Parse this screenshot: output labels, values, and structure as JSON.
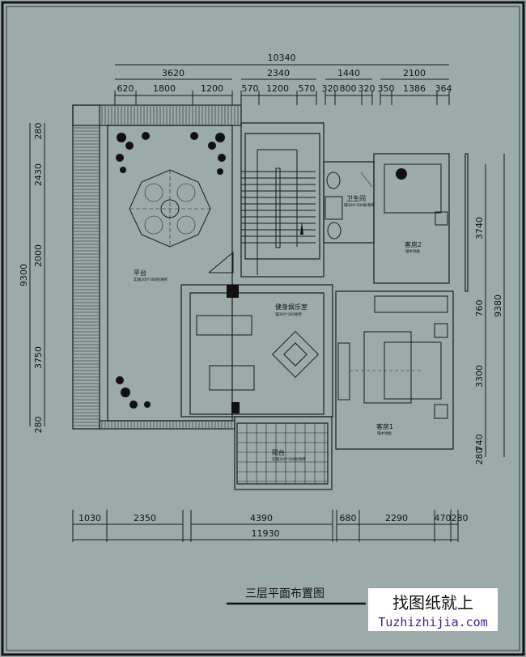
{
  "dimensions": {
    "top_total": "10340",
    "top_mid": [
      "3620",
      "2340",
      "1440",
      "2100"
    ],
    "top_detail": [
      "620",
      "1800",
      "1200",
      "570",
      "1200",
      "570",
      "320",
      "800",
      "320",
      "350",
      "1386",
      "364"
    ],
    "left_total": "9300",
    "left_detail": [
      "280",
      "2430",
      "2000",
      "3750",
      "280"
    ],
    "right_total": "9380",
    "right_detail": [
      "3740",
      "760",
      "3300",
      "740",
      "280"
    ],
    "bottom_detail": [
      "1030",
      "2350",
      "4390",
      "680",
      "2290",
      "470",
      "280"
    ],
    "bottom_total": "11930"
  },
  "rooms": {
    "terrace": {
      "name": "平台",
      "floor": "实铺300*300防滑砖"
    },
    "gym": {
      "name": "健身娱乐室",
      "floor": "铺300*300地砖"
    },
    "bathroom": {
      "name": "卫生间",
      "floor": "铺300*300防滑砖"
    },
    "guest2": {
      "name": "客房2",
      "floor": "铺木地板"
    },
    "guest1": {
      "name": "客房1",
      "floor": "铺木地板"
    },
    "balcony": {
      "name": "阳台",
      "floor": "实铺300*300防滑砖"
    }
  },
  "title": "三层平面布置图",
  "watermark": {
    "line1": "找图纸就上",
    "line2": "Tuzhizhijia.com"
  },
  "colors": {
    "background": "#9aabaa",
    "lines": "#1a1a1a",
    "watermark_url": "#2a2aa0"
  }
}
